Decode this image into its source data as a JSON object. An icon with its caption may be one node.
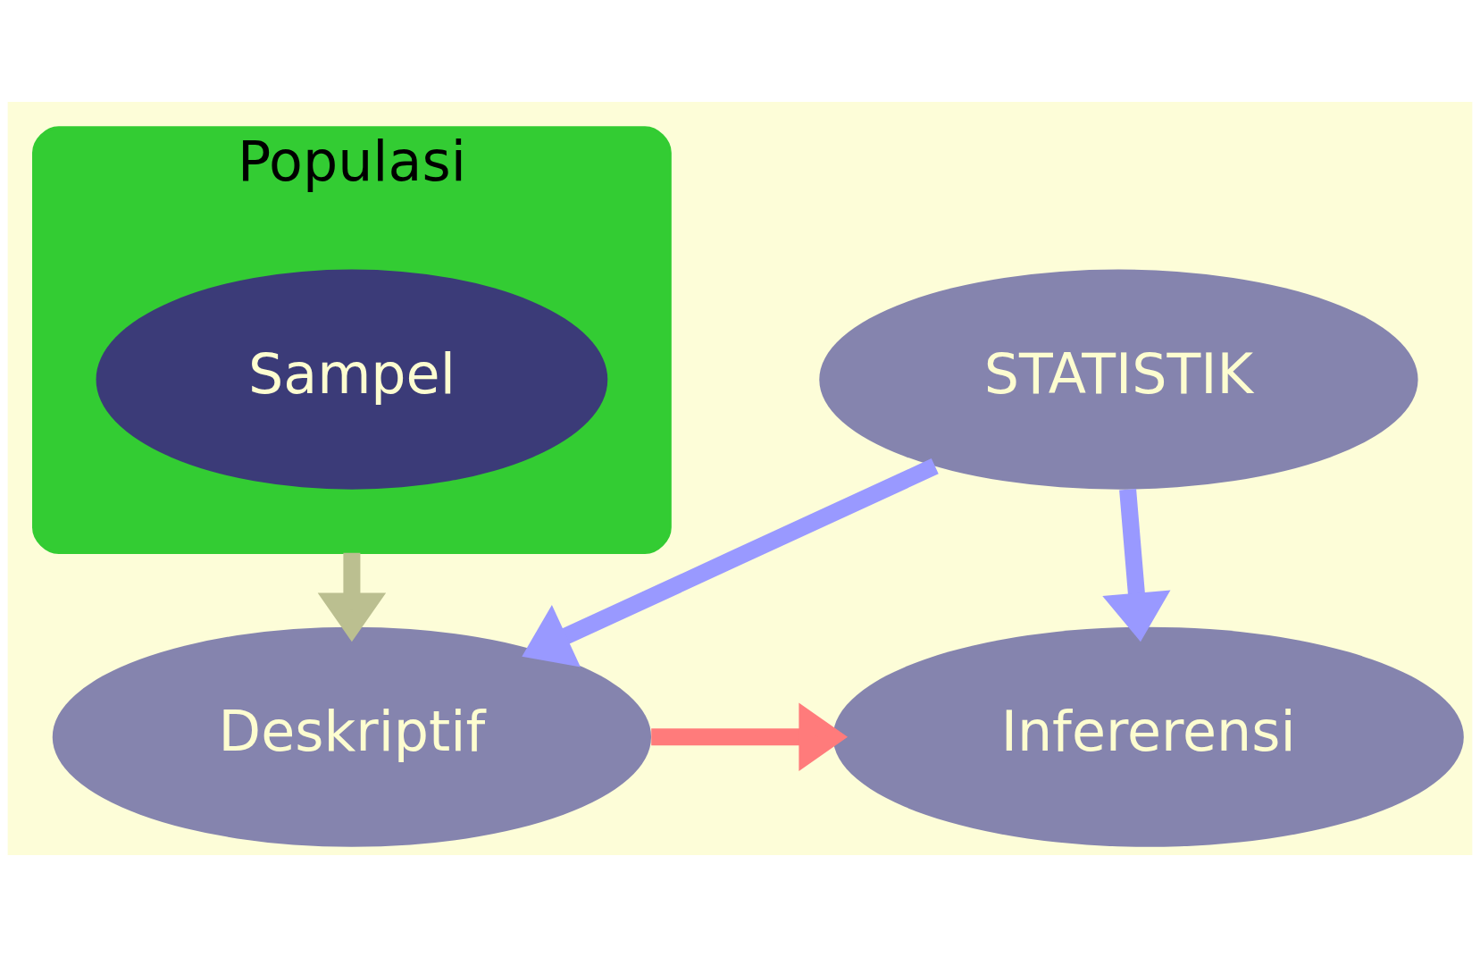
{
  "diagram": {
    "nodes": [
      {
        "text": [
          "STATISTIK"
        ]
      },
      {
        "text": [
          "Deskriptif"
        ]
      },
      {
        "text": [
          "Infererensi"
        ]
      },
      {
        "text": [
          "Populasi"
        ]
      },
      {
        "text": [
          "Sampel"
        ],
        "in": 3
      }
    ],
    "edges": [
      {
        "from": 0,
        "to": 1,
        "arrow": "to"
      },
      {
        "from": 0,
        "to": 2,
        "arrow": "to"
      },
      {
        "from": 1,
        "to": 2,
        "arrow": "to",
        "color": "#ff7b7b"
      },
      {
        "from": 3,
        "to": 1,
        "arrow": "to",
        "color": "#bbbf90"
      }
    ]
  }
}
